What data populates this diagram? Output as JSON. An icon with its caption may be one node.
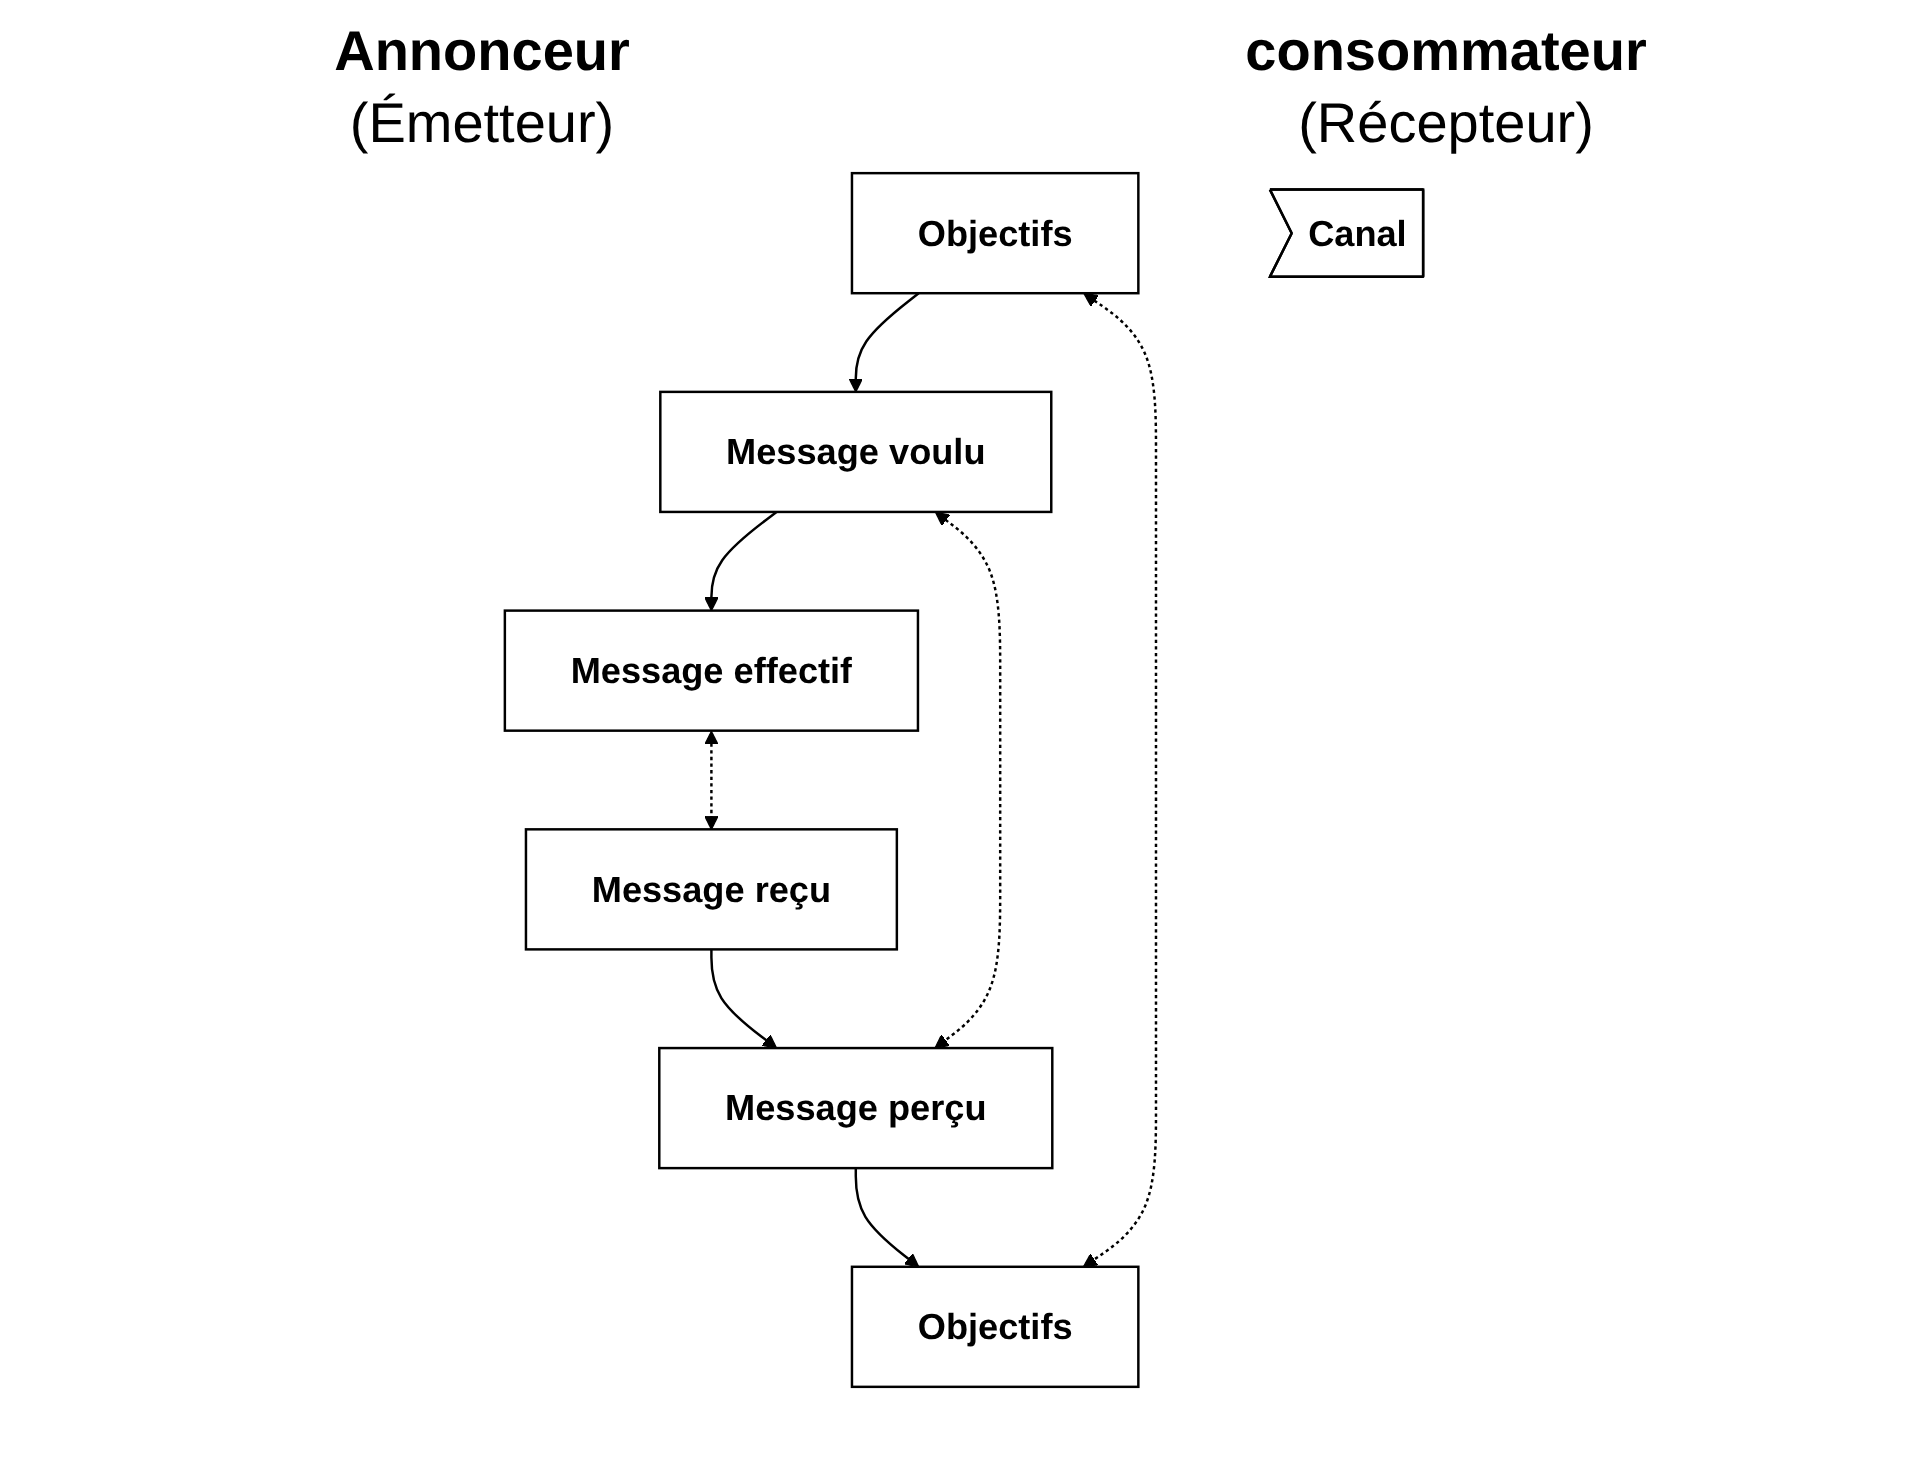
{
  "diagram": {
    "nodes": [
      {
        "text": [
          "Objectifs"
        ]
      },
      {
        "text": [
          "Objectifs"
        ]
      },
      {
        "text": [
          "Message voulu"
        ]
      },
      {
        "text": [
          "Message perçu"
        ]
      },
      {
        "text": [
          "Message effectif"
        ]
      },
      {
        "text": [
          "Message reçu"
        ]
      },
      {
        "text": [
          "Canal"
        ]
      }
    ],
    "edges": [
      {
        "from": 0,
        "to": 2,
        "arrow": "to"
      },
      {
        "from": 2,
        "to": 4,
        "arrow": "to"
      },
      {
        "from": 5,
        "to": 3,
        "arrow": "to"
      },
      {
        "from": 3,
        "to": 1,
        "arrow": "to"
      },
      {
        "from": 0,
        "to": 1,
        "arrow": "both",
        "style": "dashed"
      },
      {
        "from": 2,
        "to": 3,
        "arrow": "both",
        "style": "dashed"
      },
      {
        "from": 4,
        "to": 5,
        "arrow": "both",
        "style": "dashed"
      }
    ],
    "labels": [
      "Annonceur",
      "consommateur",
      "(Émetteur)",
      "(Récepteur)"
    ]
  }
}
